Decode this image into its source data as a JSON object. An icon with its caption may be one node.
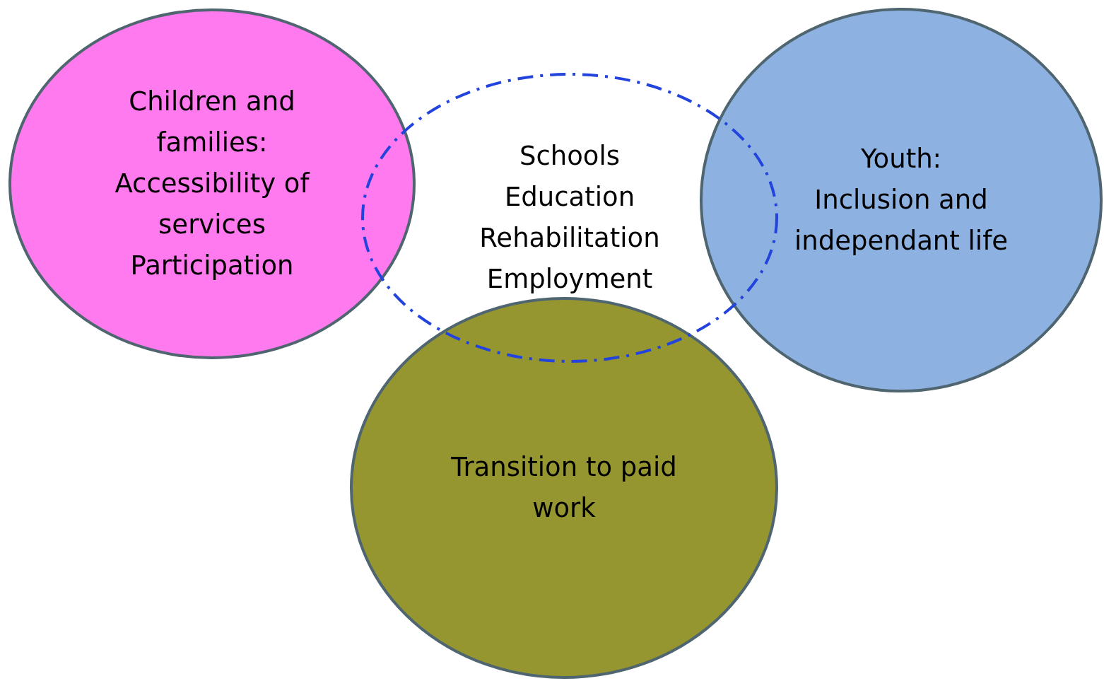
{
  "diagram": {
    "nodes": [
      {
        "text": [
          "Children and families:",
          "Accessibility of services",
          "Participation"
        ]
      },
      {
        "text": [
          "Schools",
          "Education",
          "Rehabilitation",
          "Employment"
        ]
      },
      {
        "text": [
          "Youth:",
          "Inclusion and independant life"
        ]
      },
      {
        "text": [
          "Transition to paid work"
        ]
      }
    ]
  }
}
